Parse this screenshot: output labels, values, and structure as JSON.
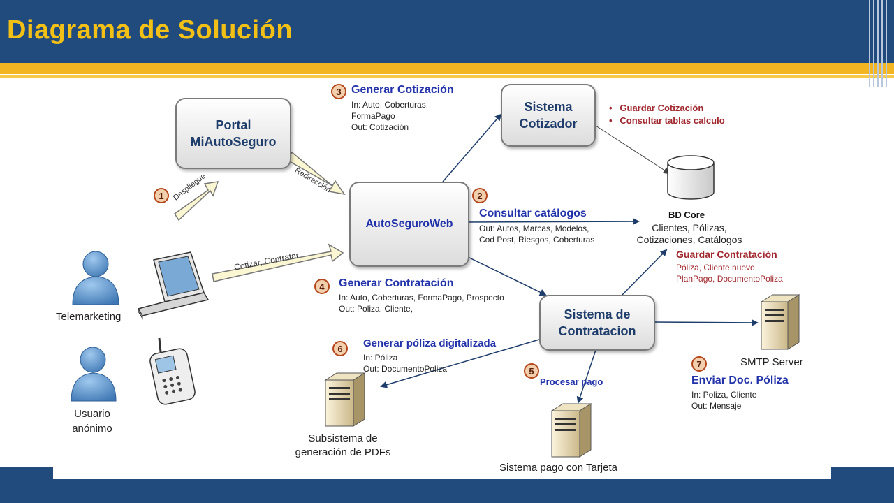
{
  "slide": {
    "title": "Diagrama de Solución"
  },
  "nodes": {
    "portal": "Portal MiAutoSeguro",
    "autoseguroweb": "AutoSeguroWeb",
    "cotizador": "Sistema Cotizador",
    "contratacion": "Sistema de Contratacion",
    "bd_core": "BD Core",
    "bd_core_sub": "Clientes, Pólizas, Cotizaciones, Catálogos",
    "smtp": "SMTP Server",
    "pdf": "Subsistema de generación de PDFs",
    "pago": "Sistema pago con Tarjeta"
  },
  "actors": {
    "telemarketing": "Telemarketing",
    "usuario": "Usuario anónimo"
  },
  "arrows": {
    "despliegue": "Despliegue",
    "redireccion": "Redirección",
    "cotizar": "Cotizar, Contratar"
  },
  "steps": [
    {
      "num": "1"
    },
    {
      "num": "2",
      "title": "Consultar catálogos",
      "lines": [
        "Out: Autos, Marcas, Modelos,",
        "Cod Post, Riesgos, Coberturas"
      ]
    },
    {
      "num": "3",
      "title": "Generar Cotización",
      "lines": [
        "In: Auto, Coberturas,",
        "FormaPago",
        "Out: Cotización"
      ]
    },
    {
      "num": "4",
      "title": "Generar Contratación",
      "lines": [
        "In: Auto, Coberturas, FormaPago, Prospecto",
        "Out: Poliza, Cliente,"
      ]
    },
    {
      "num": "5",
      "title": "Procesar pago"
    },
    {
      "num": "6",
      "title": "Generar póliza digitalizada",
      "lines": [
        "In: Póliza",
        "Out: DocumentoPoliza"
      ]
    },
    {
      "num": "7",
      "title": "Enviar Doc. Póliza",
      "lines": [
        "In: Poliza, Cliente",
        "Out: Mensaje"
      ]
    }
  ],
  "cotizador_notes": [
    "Guardar Cotización",
    "Consultar tablas calculo"
  ],
  "guardar_contratacion": {
    "title": "Guardar Contratación",
    "lines": [
      "Póliza, Cliente nuevo,",
      "PlanPago, DocumentoPoliza"
    ]
  }
}
